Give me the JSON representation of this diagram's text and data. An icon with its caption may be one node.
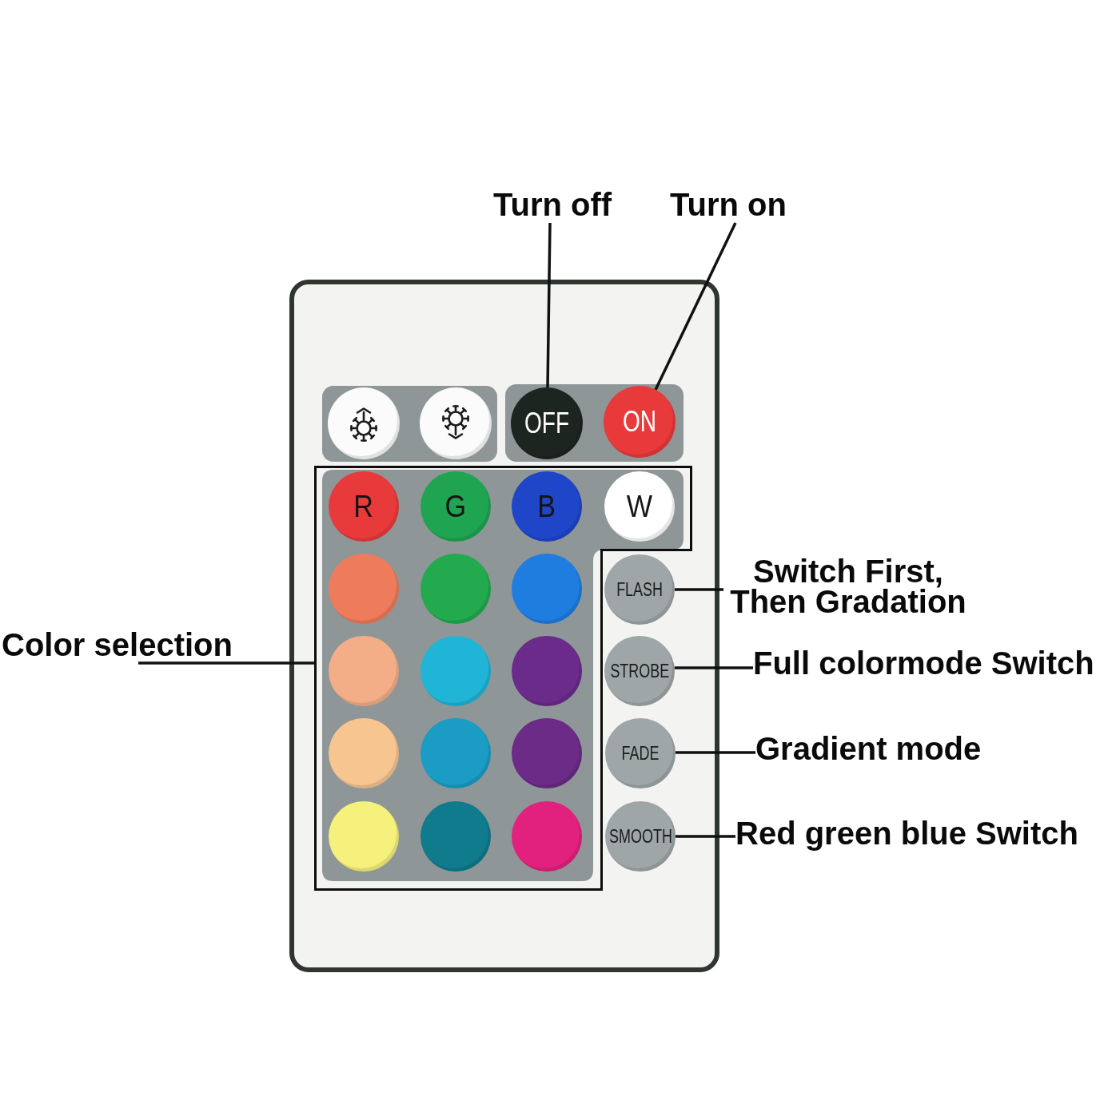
{
  "diagram": {
    "nodes": [
      {
        "text": [
          "Turn off"
        ]
      },
      {
        "text": [
          "Turn on"
        ]
      },
      {
        "text": [],
        "shape": "box"
      },
      {
        "text": [],
        "shape": "circle",
        "in": 2
      },
      {
        "text": [],
        "shape": "circle",
        "in": 2
      },
      {
        "text": [
          "OFF"
        ],
        "in": 2
      },
      {
        "text": [
          "ON"
        ],
        "in": 2
      },
      {
        "text": [],
        "shape": "box",
        "in": 2
      },
      {
        "text": [
          "R"
        ],
        "in": 7
      },
      {
        "text": [
          "G"
        ],
        "in": 7
      },
      {
        "text": [
          "B"
        ],
        "in": 7
      },
      {
        "text": [
          "W"
        ],
        "in": 7
      },
      {
        "text": [],
        "shape": "circle",
        "in": 7
      },
      {
        "text": [],
        "shape": "circle",
        "in": 7
      },
      {
        "text": [],
        "shape": "circle",
        "in": 7
      },
      {
        "text": [],
        "shape": "circle",
        "in": 7
      },
      {
        "text": [],
        "shape": "circle",
        "in": 7
      },
      {
        "text": [],
        "shape": "circle",
        "in": 7
      },
      {
        "text": [],
        "shape": "circle",
        "in": 7
      },
      {
        "text": [],
        "shape": "circle",
        "in": 7
      },
      {
        "text": [],
        "shape": "circle",
        "in": 7
      },
      {
        "text": [],
        "shape": "circle",
        "in": 7
      },
      {
        "text": [],
        "shape": "circle",
        "in": 7
      },
      {
        "text": [],
        "shape": "circle",
        "in": 7
      },
      {
        "text": [
          "FLASH"
        ],
        "in": 2
      },
      {
        "text": [
          "STROBE"
        ],
        "in": 2
      },
      {
        "text": [
          "FADE"
        ],
        "in": 2
      },
      {
        "text": [
          "SMOOTH"
        ],
        "in": 2
      },
      {
        "text": [
          "Color selection"
        ]
      },
      {
        "text": [
          "Switch First, Then Gradation"
        ]
      },
      {
        "text": [
          "Full colormode Switch"
        ]
      },
      {
        "text": [
          "Gradient mode"
        ]
      },
      {
        "text": [
          "Red green blue Switch"
        ]
      }
    ],
    "edges": [
      {
        "from": 0,
        "to": 5,
        "arrow": "none"
      },
      {
        "from": 1,
        "to": 6,
        "arrow": "none"
      },
      {
        "from": 28,
        "to": 7,
        "arrow": "none"
      },
      {
        "from": 29,
        "to": 24,
        "arrow": "none"
      },
      {
        "from": 30,
        "to": 25,
        "arrow": "none"
      },
      {
        "from": 31,
        "to": 26,
        "arrow": "none"
      },
      {
        "from": 32,
        "to": 27,
        "arrow": "none"
      }
    ]
  }
}
